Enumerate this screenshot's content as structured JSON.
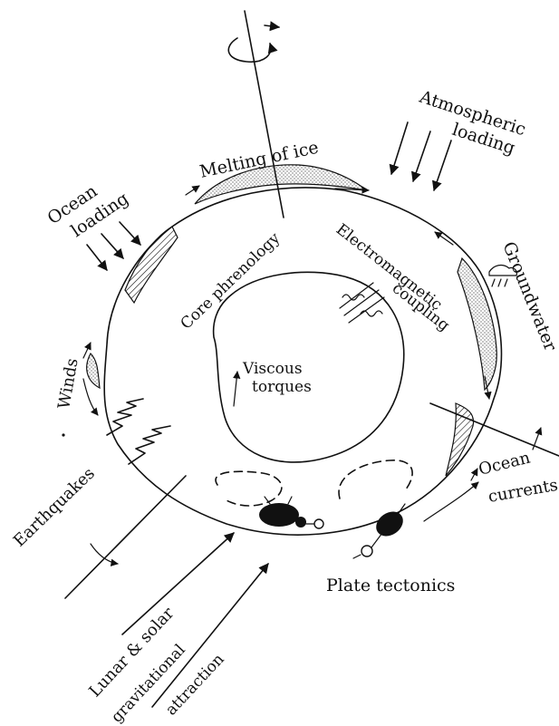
{
  "labels": {
    "melting_of_ice": "Melting of ice",
    "atmospheric": "Atmospheric",
    "loading_atm": "loading",
    "ocean": "Ocean",
    "loading_ocean": "loading",
    "groundwater": "Groundwater",
    "electromagnetic": "Electromagnetic",
    "coupling": "coupling",
    "core_phrenology": "Core phrenology",
    "viscous": "Viscous",
    "torques": "torques",
    "winds": "Winds",
    "earthquakes": "Earthquakes",
    "ocean_currents_1": "Ocean",
    "ocean_currents_2": "currents",
    "plate_tectonics": "Plate tectonics",
    "lunar_solar": "Lunar & solar",
    "gravitational": "gravitational",
    "attraction": "attraction"
  },
  "colors": {
    "ink": "#111111",
    "background": "#ffffff"
  }
}
